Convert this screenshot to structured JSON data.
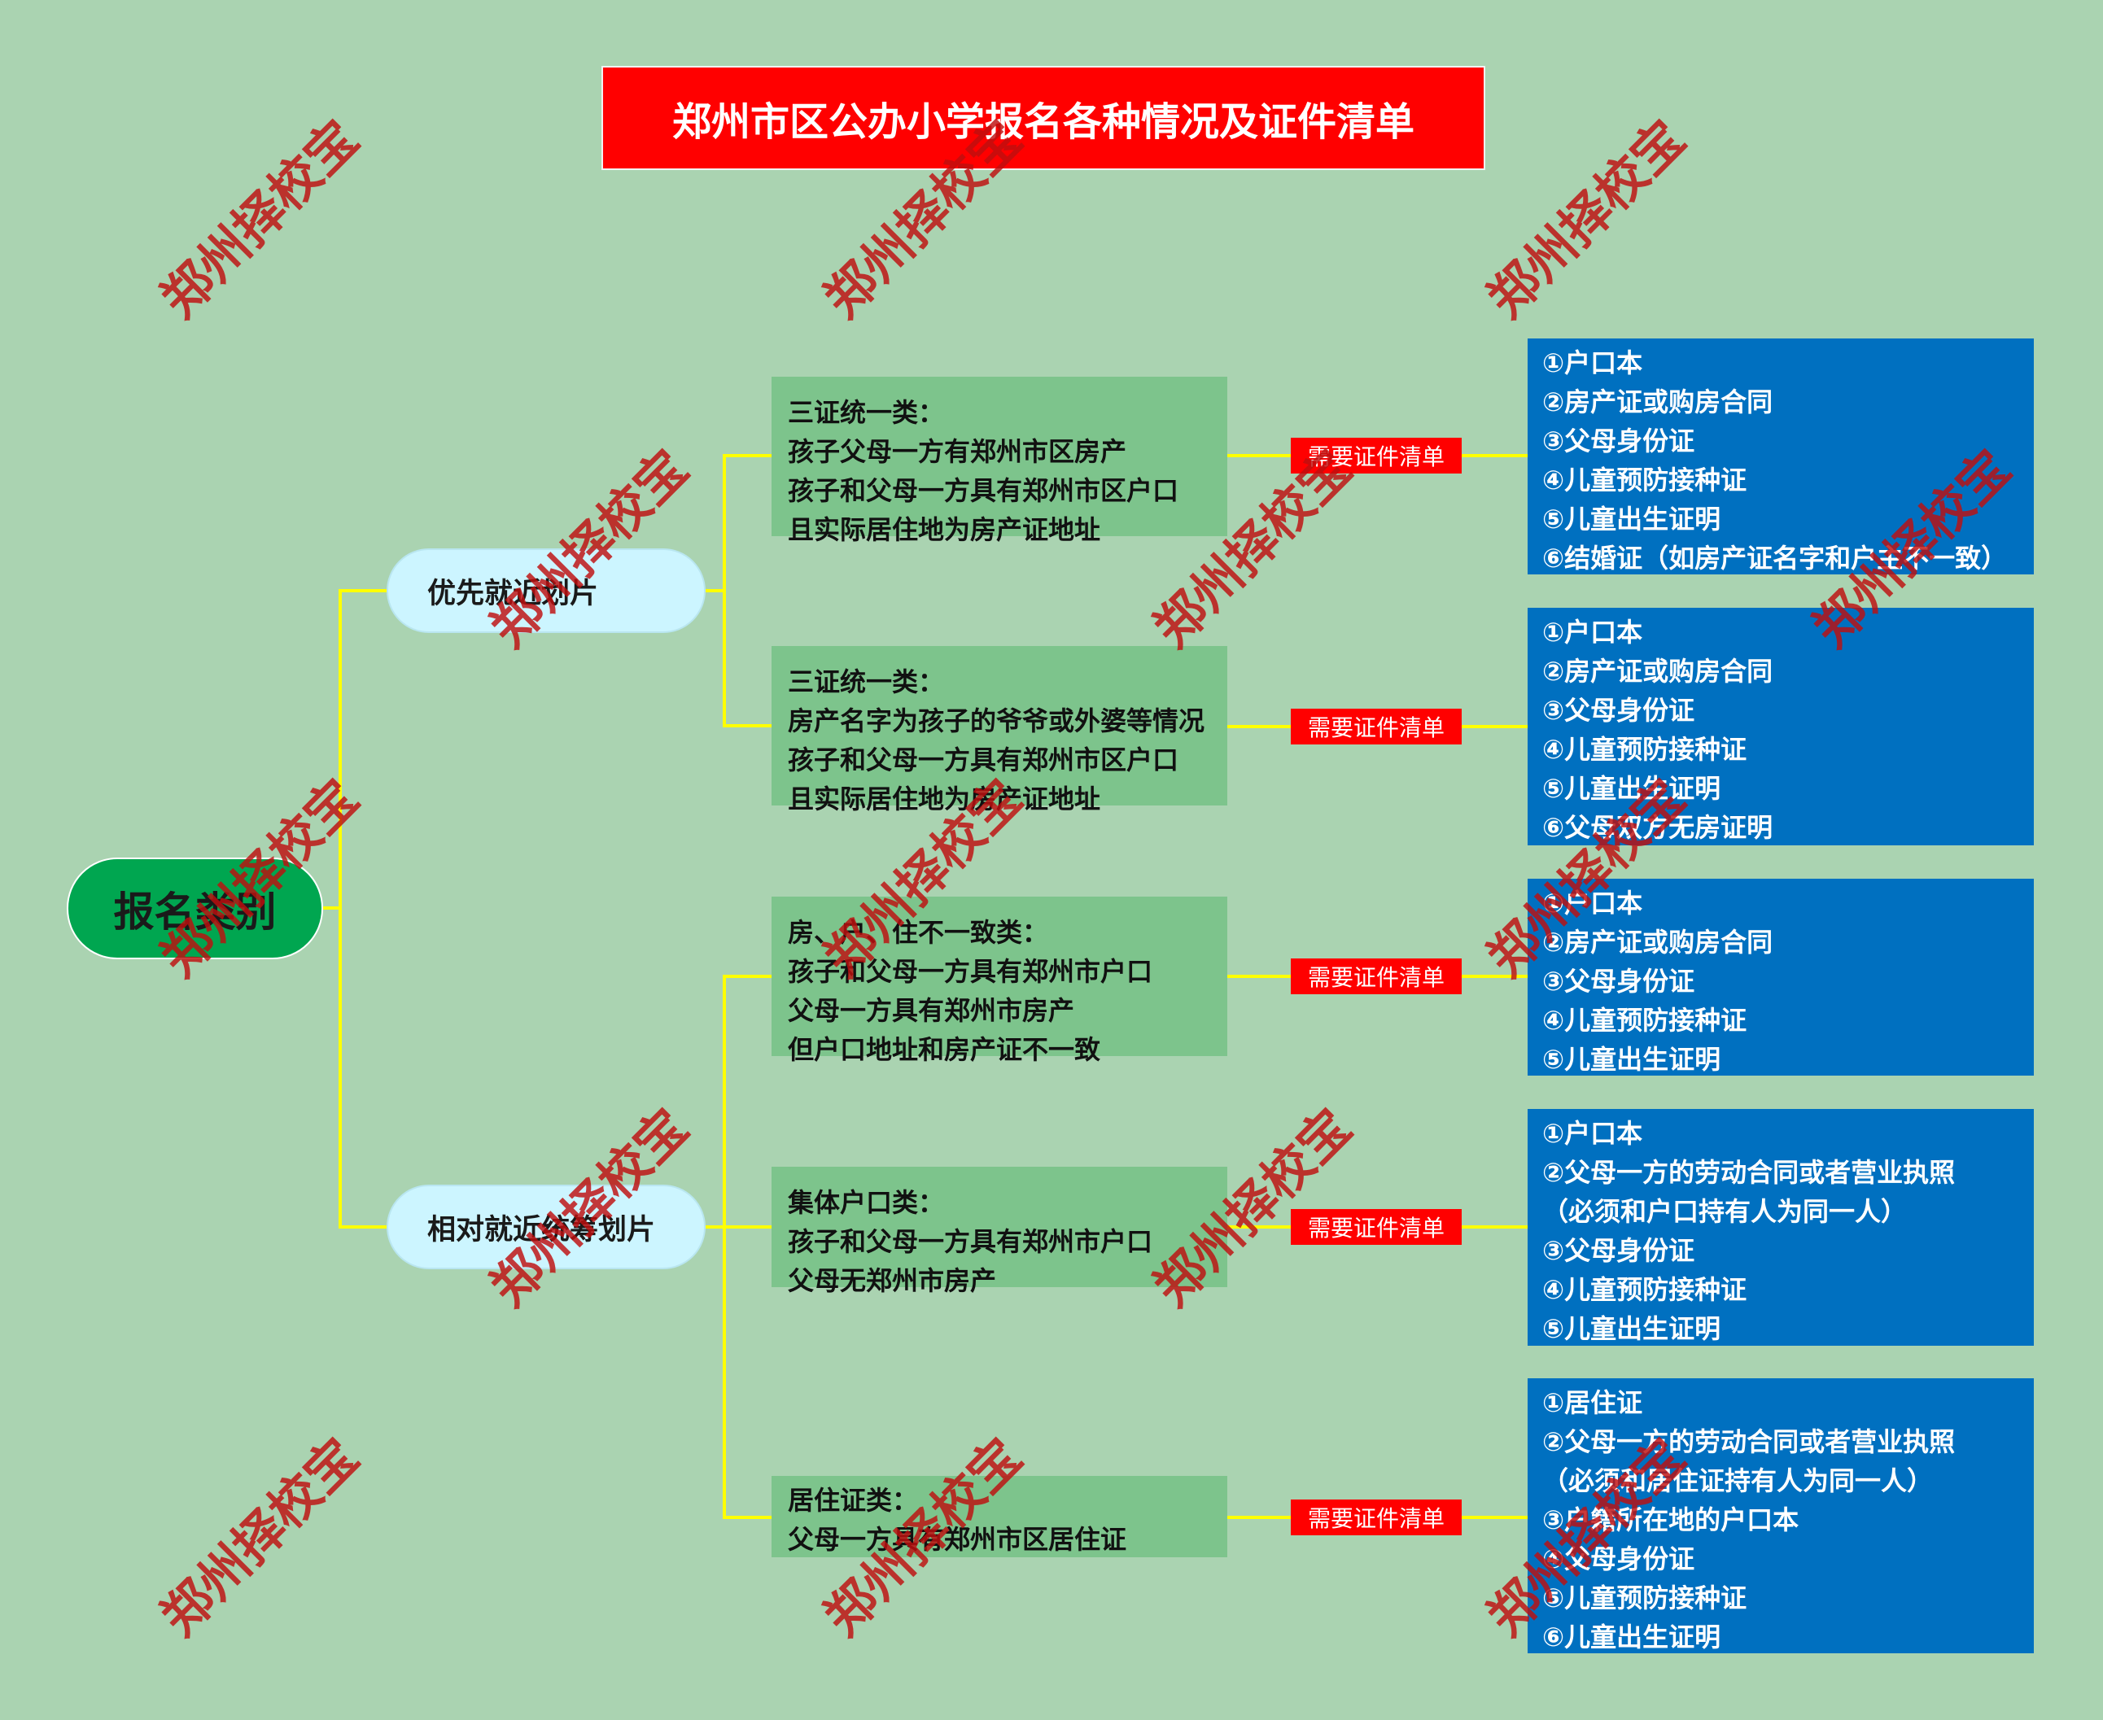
{
  "title": "郑州市区公办小学报名各种情况及证件清单",
  "root": "报名类别",
  "need_label": "需要证件清单",
  "watermark": "郑州择校宝",
  "branches": [
    {
      "label": "优先就近划片"
    },
    {
      "label": "相对就近统筹划片"
    }
  ],
  "categories": [
    {
      "lines": [
        "三证统一类：",
        "孩子父母一方有郑州市区房产",
        "孩子和父母一方具有郑州市区户口",
        "且实际居住地为房产证地址"
      ]
    },
    {
      "lines": [
        "三证统一类：",
        "房产名字为孩子的爷爷或外婆等情况",
        "孩子和父母一方具有郑州市区户口",
        "且实际居住地为房产证地址"
      ]
    },
    {
      "lines": [
        "房、户、住不一致类：",
        "孩子和父母一方具有郑州市户口",
        "父母一方具有郑州市房产",
        "但户口地址和房产证不一致"
      ]
    },
    {
      "lines": [
        "集体户口类：",
        "孩子和父母一方具有郑州市户口",
        "父母无郑州市房产"
      ]
    },
    {
      "lines": [
        "居住证类：",
        "父母一方具有郑州市区居住证"
      ]
    }
  ],
  "documents": [
    {
      "items": [
        "①户口本",
        "②房产证或购房合同",
        "③父母身份证",
        "④儿童预防接种证",
        "⑤儿童出生证明",
        "⑥结婚证（如房产证名字和户主不一致）"
      ]
    },
    {
      "items": [
        "①户口本",
        "②房产证或购房合同",
        "③父母身份证",
        "④儿童预防接种证",
        "⑤儿童出生证明",
        "⑥父母双方无房证明"
      ]
    },
    {
      "items": [
        "①户口本",
        "②房产证或购房合同",
        "③父母身份证",
        "④儿童预防接种证",
        "⑤儿童出生证明"
      ]
    },
    {
      "items": [
        "①户口本",
        "②父母一方的劳动合同或者营业执照",
        "（必须和户口持有人为同一人）",
        "③父母身份证",
        "④儿童预防接种证",
        "⑤儿童出生证明"
      ]
    },
    {
      "items": [
        "①居住证",
        "②父母一方的劳动合同或者营业执照",
        "（必须和居住证持有人为同一人）",
        "③户籍所在地的户口本",
        "④父母身份证",
        "⑤儿童预防接种证",
        "⑥儿童出生证明"
      ]
    }
  ],
  "colors": {
    "background": "#aad3b1",
    "connector": "#ffff00",
    "title_bg": "#ff0000",
    "root_bg": "#00a650",
    "branch_bg": "#ccf5ff",
    "category_bg": "#7dc48c",
    "docs_bg": "#0070c0"
  }
}
